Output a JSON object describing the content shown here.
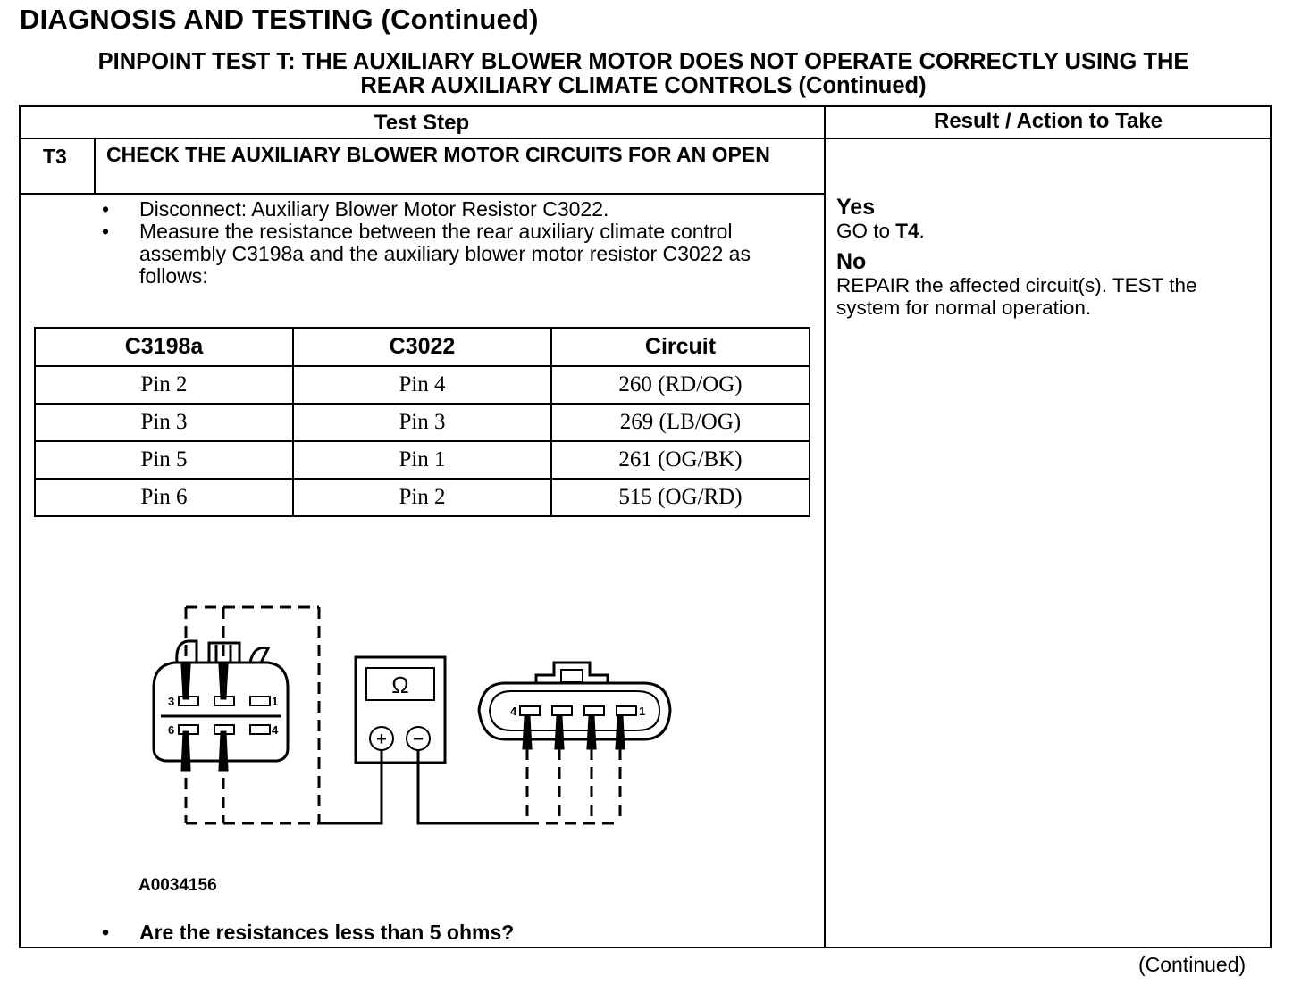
{
  "header": {
    "title": "DIAGNOSIS AND TESTING (Continued)",
    "pinpoint_line1": "PINPOINT TEST T: THE AUXILIARY BLOWER MOTOR DOES NOT OPERATE CORRECTLY USING THE",
    "pinpoint_line2": "REAR AUXILIARY CLIMATE CONTROLS (Continued)"
  },
  "columns": {
    "test_step": "Test Step",
    "result": "Result / Action to Take"
  },
  "step": {
    "id": "T3",
    "title": "CHECK THE AUXILIARY BLOWER MOTOR CIRCUITS FOR AN OPEN",
    "bullets": [
      "Disconnect: Auxiliary Blower Motor Resistor C3022.",
      "Measure the resistance between the rear auxiliary climate control assembly C3198a and the auxiliary blower motor resistor C3022 as follows:"
    ],
    "bullet_symbol": "•",
    "question": "Are the resistances less than 5 ohms?"
  },
  "circuit_table": {
    "headers": [
      "C3198a",
      "C3022",
      "Circuit"
    ],
    "rows": [
      [
        "Pin 2",
        "Pin 4",
        "260 (RD/OG)"
      ],
      [
        "Pin 3",
        "Pin 3",
        "269 (LB/OG)"
      ],
      [
        "Pin 5",
        "Pin 1",
        "261 (OG/BK)"
      ],
      [
        "Pin 6",
        "Pin 2",
        "515 (OG/RD)"
      ]
    ]
  },
  "diagram": {
    "figure_id": "A0034156",
    "meter_symbol": "Ω",
    "plus": "+",
    "minus": "−",
    "left_connector_pins": [
      "3",
      "1",
      "6",
      "4"
    ],
    "right_connector_pins": [
      "4",
      "1"
    ]
  },
  "results": {
    "yes_head": "Yes",
    "yes_text_prefix": "GO to ",
    "yes_target": "T4",
    "yes_text_suffix": ".",
    "no_head": "No",
    "no_text": "REPAIR the affected circuit(s). TEST the system for normal operation."
  },
  "footer": {
    "continued": "(Continued)"
  }
}
